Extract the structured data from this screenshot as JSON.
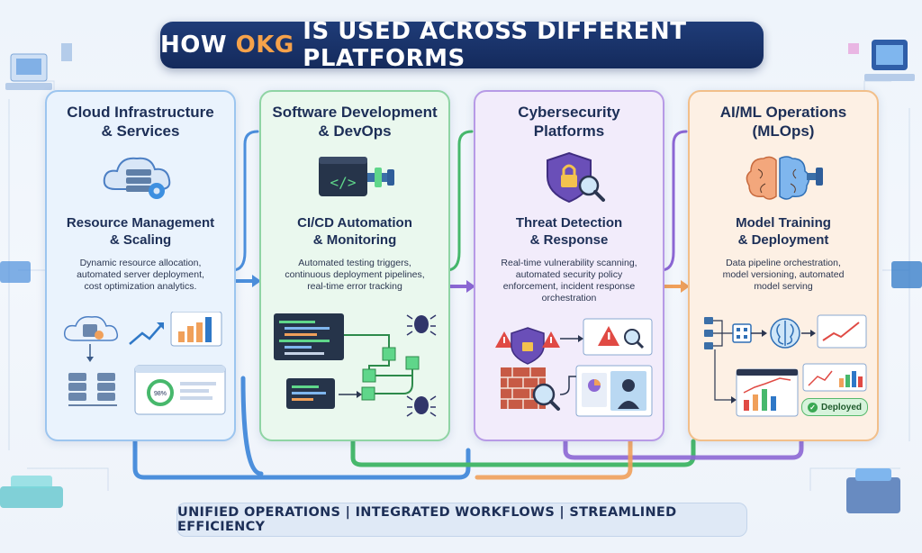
{
  "title": {
    "prefix": "HOW ",
    "accent": "OKG",
    "suffix": " IS USED ACROSS DIFFERENT PLATFORMS"
  },
  "cards": [
    {
      "title_lines": [
        "Cloud Infrastructure",
        "& Services"
      ],
      "subtitle_lines": [
        "Resource Management",
        "& Scaling"
      ],
      "description_lines": [
        "Dynamic resource allocation,",
        "automated server deployment,",
        "cost optimization analytics."
      ],
      "icon": "cloud-server-gear-icon",
      "accent": "#9cc5ef"
    },
    {
      "title_lines": [
        "Software Development",
        "& DevOps"
      ],
      "subtitle_lines": [
        "CI/CD Automation",
        "& Monitoring"
      ],
      "description_lines": [
        "Automated testing triggers,",
        "continuous deployment pipelines,",
        "real-time error tracking"
      ],
      "icon": "code-window-pipe-icon",
      "accent": "#8fd4a4"
    },
    {
      "title_lines": [
        "Cybersecurity",
        "Platforms"
      ],
      "subtitle_lines": [
        "Threat Detection",
        "& Response"
      ],
      "description_lines": [
        "Real-time vulnerability scanning,",
        "automated security policy",
        "enforcement, incident response",
        "orchestration"
      ],
      "icon": "shield-lock-magnifier-icon",
      "accent": "#b79ae6"
    },
    {
      "title_lines": [
        "AI/ML Operations",
        "(MLOps)"
      ],
      "subtitle_lines": [
        "Model Training",
        "& Deployment"
      ],
      "description_lines": [
        "Data pipeline orchestration,",
        "model versioning, automated",
        "model serving"
      ],
      "icon": "brain-pipeline-icon",
      "accent": "#f2bf8a"
    }
  ],
  "mini": {
    "gauge_label": "98%",
    "deployed_label": "Deployed"
  },
  "footer": "UNIFIED OPERATIONS | INTEGRATED WORKFLOWS | STREAMLINED EFFICIENCY",
  "colors": {
    "banner": "#1c3670",
    "accent": "#f6a24a",
    "blue": "#4c8fdc",
    "green": "#47b86c",
    "purple": "#8c67d4",
    "orange": "#f0a05a"
  }
}
